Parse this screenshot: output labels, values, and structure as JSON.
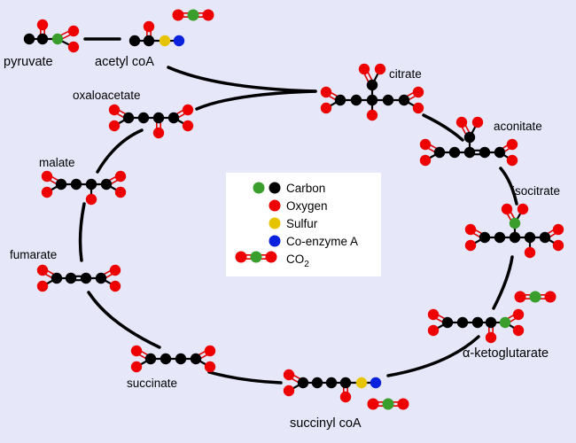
{
  "colors": {
    "background": "#e6e8fa",
    "carbon": "#000000",
    "carbon_co2": "#3a9e2c",
    "oxygen": "#ee0000",
    "sulfur": "#e6c400",
    "coenzyme_a": "#0a22dd",
    "legend_bg": "#ffffff"
  },
  "molecules": {
    "pyruvate": "pyruvate",
    "acetyl_coa": "acetyl coA",
    "citrate": "citrate",
    "aconitate": "aconitate",
    "isocitrate": "isocitrate",
    "alpha_ketoglutarate": "α-ketoglutarate",
    "succinyl_coa": "succinyl coA",
    "succinate": "succinate",
    "fumarate": "fumarate",
    "malate": "malate",
    "oxaloacetate": "oxaloacetate"
  },
  "legend": {
    "carbon": "Carbon",
    "oxygen": "Oxygen",
    "sulfur": "Sulfur",
    "coenzyme_a": "Co-enzyme A",
    "co2_main": "CO",
    "co2_sub": "2"
  }
}
